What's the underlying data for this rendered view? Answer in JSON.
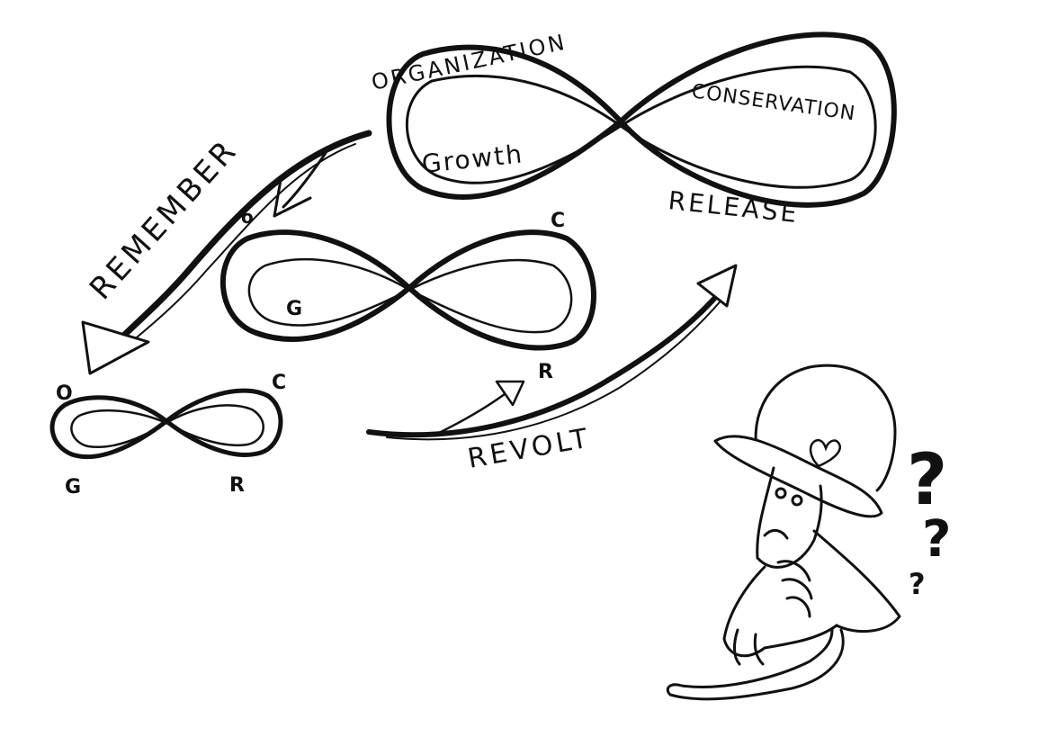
{
  "large_loop": {
    "organization": "ORGANIZATION",
    "conservation": "CONSERVATION",
    "growth": "Growth",
    "release": "RELEASE"
  },
  "medium_loop": {
    "o": "o",
    "c": "C",
    "g": "G",
    "r": "R"
  },
  "small_loop": {
    "o": "O",
    "c": "C",
    "g": "G",
    "r": "R"
  },
  "arrows": {
    "remember": "REMEMBER",
    "revolt": "REVOLT"
  },
  "questions": [
    "?",
    "?",
    "?"
  ],
  "colors": {
    "ink": "#111111",
    "paper": "#ffffff"
  },
  "icons": [
    "heart-icon"
  ]
}
